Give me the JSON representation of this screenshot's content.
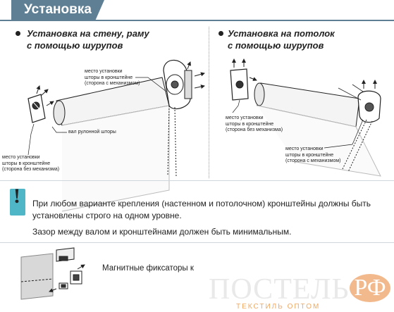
{
  "header": {
    "title": "Установка"
  },
  "wall_section": {
    "title_line1": "Установка на стену, раму",
    "title_line2": "с помощью шурупов",
    "label_mech": [
      "место установки",
      "шторы в кронштейне",
      "(сторона с механизмом)"
    ],
    "label_roller": "вал рулонной шторы",
    "label_nomech": [
      "место установки",
      "шторы в кронштейне",
      "(сторона без механизма)"
    ]
  },
  "ceiling_section": {
    "title_line1": "Установка на потолок",
    "title_line2": "с помощью шурупов",
    "label_nomech": [
      "место установки",
      "шторы в кронштейне",
      "(сторона без механизма)"
    ],
    "label_mech": [
      "место установки",
      "шторы в кронштейне",
      "(сторона с механизмом)"
    ]
  },
  "note": {
    "line1": "При любом варианте крепления (настенном и потолочном) кронштейны должны быть",
    "line2": "установлены строго на одном уровне.",
    "line3": "Зазор между валом и кронштейнами должен быть минимальным."
  },
  "magnets": {
    "text": "Магнитные фиксаторы к"
  },
  "brand": {
    "name": "ПОСТЕЛЬ",
    "suffix": "РФ",
    "tagline": "ТЕКСТИЛЬ ОПТОМ"
  },
  "colors": {
    "accent": "#5f7f95",
    "note_icon": "#4fb6c8",
    "brand_orange": "#f0a860"
  }
}
